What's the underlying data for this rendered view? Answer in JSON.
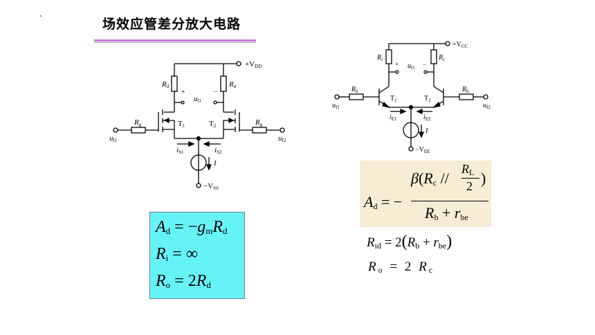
{
  "slide": {
    "title": "场效应管差分放大电路"
  },
  "circuit_fet": {
    "supply_top": "+V",
    "supply_top_sub": "DD",
    "supply_bottom": "−V",
    "supply_bottom_sub": "SS",
    "rd": "R",
    "rd_sub": "d",
    "rg": "R",
    "rg_sub": "g",
    "t1": "T",
    "t1_sub": "1",
    "t2": "T",
    "t2_sub": "2",
    "uo": "u",
    "uo_sub": "O",
    "ui1": "u",
    "ui1_sub": "I1",
    "ui2": "u",
    "ui2_sub": "I2",
    "is1": "i",
    "is1_sub": "S1",
    "is2": "i",
    "is2_sub": "S2",
    "current": "I",
    "plus": "+",
    "minus": "−"
  },
  "circuit_bjt": {
    "supply_top": "+V",
    "supply_top_sub": "CC",
    "supply_bottom": "−V",
    "supply_bottom_sub": "EE",
    "rc": "R",
    "rc_sub": "c",
    "rb": "R",
    "rb_sub": "b",
    "t1": "T",
    "t1_sub": "1",
    "t2": "T",
    "t2_sub": "2",
    "uo": "u",
    "uo_sub": "O",
    "ui1": "u",
    "ui1_sub": "I1",
    "ui2": "u",
    "ui2_sub": "I2",
    "ie1": "i",
    "ie1_sub": "E1",
    "ie2": "i",
    "ie2_sub": "E2",
    "current": "I",
    "plus": "+",
    "minus": "−"
  },
  "formulas_fet": {
    "ad": {
      "sym": "A",
      "sub": "d",
      "rhs_pre": "= −",
      "gm": "g",
      "gm_sub": "m",
      "r": "R",
      "r_sub": "d"
    },
    "ri": {
      "sym": "R",
      "sub": "i",
      "rhs": "= ∞"
    },
    "ro": {
      "sym": "R",
      "sub": "o",
      "rhs_pre": "= 2",
      "r": "R",
      "r_sub": "d"
    }
  },
  "formulas_bjt": {
    "ad": {
      "sym": "A",
      "sub": "d",
      "eq": "= −",
      "num_beta": "β",
      "num_open": "(",
      "num_rc": "R",
      "num_rc_sub": "c",
      "num_par": "//",
      "num_rl": "R",
      "num_rl_sub": "L",
      "num_two": "2",
      "num_close": ")",
      "den_rb": "R",
      "den_rb_sub": "b",
      "den_plus": "+",
      "den_rbe": "r",
      "den_rbe_sub": "be"
    },
    "rid": {
      "sym": "R",
      "sub": "id",
      "rhs_pre": "= 2",
      "open": "(",
      "rb": "R",
      "rb_sub": "b",
      "plus": "+",
      "rbe": "r",
      "rbe_sub": "be",
      "close": ")"
    },
    "ro": {
      "sym": "R",
      "sub": "o",
      "rhs_pre": "= 2",
      "rc": "R",
      "rc_sub": "c"
    }
  }
}
